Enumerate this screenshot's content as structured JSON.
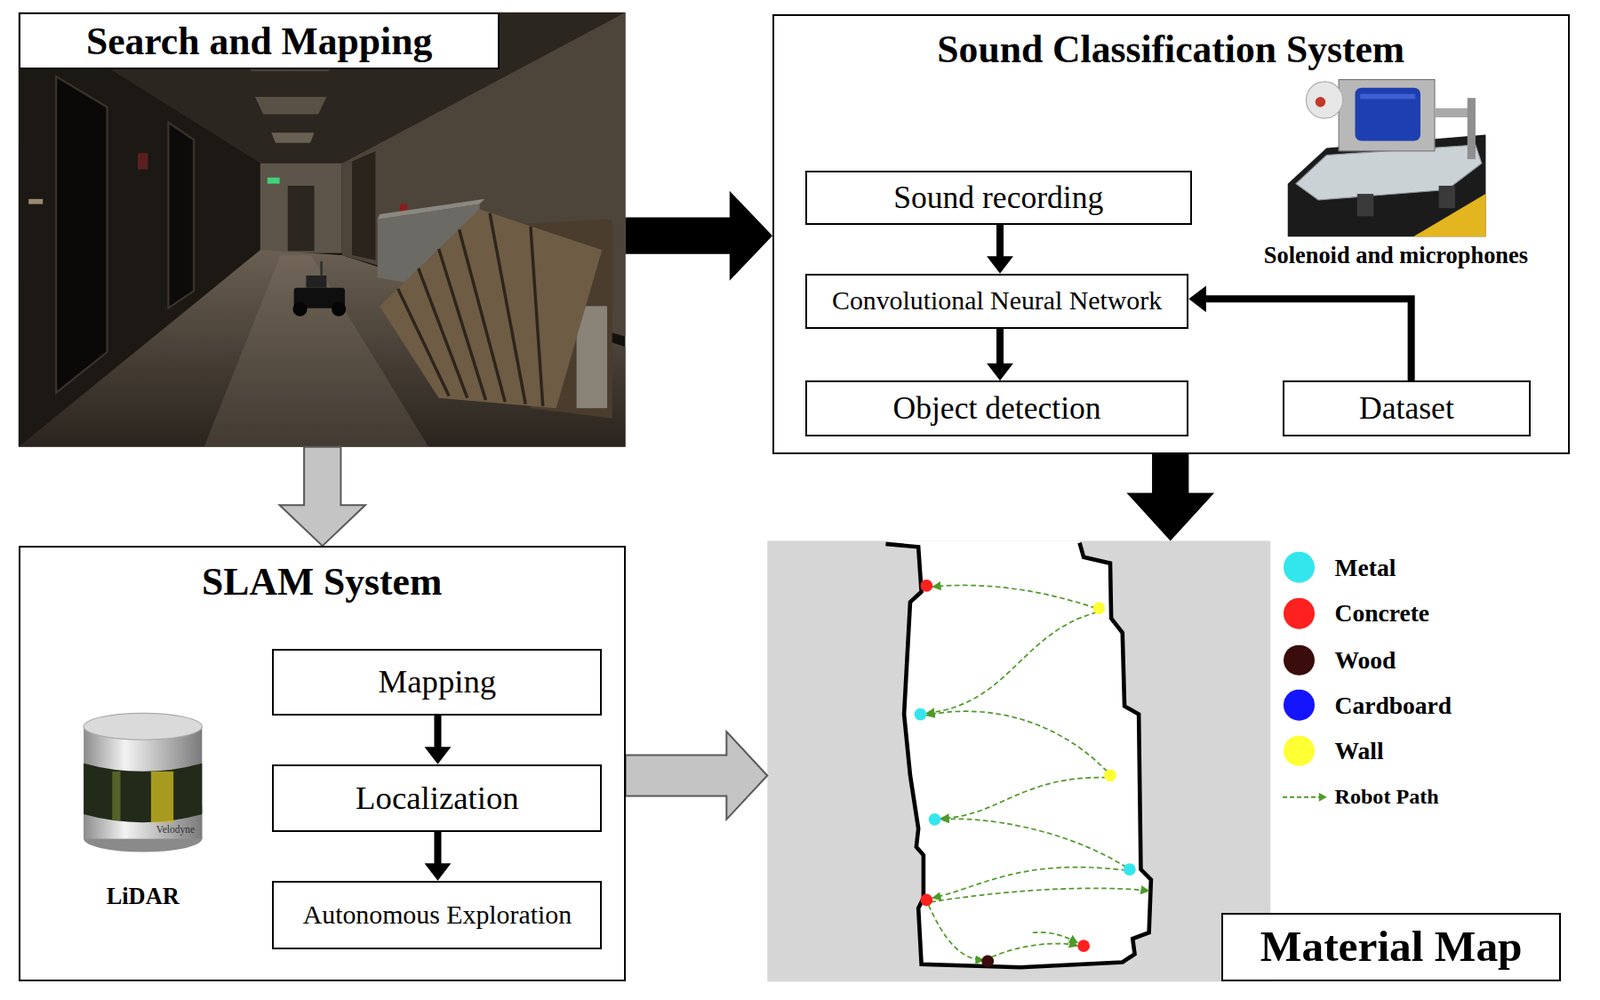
{
  "diagram": {
    "nodes": [
      {
        "text": [
          "Search and Mapping"
        ]
      },
      {
        "text": [
          "Sound Classification System"
        ]
      },
      {
        "text": [
          "Sound recording"
        ],
        "in": 1
      },
      {
        "text": [
          "Convolutional Neural Network"
        ],
        "in": 1
      },
      {
        "text": [
          "Object detection"
        ],
        "in": 1
      },
      {
        "text": [
          "Dataset"
        ],
        "in": 1
      },
      {
        "text": [
          "SLAM System"
        ]
      },
      {
        "text": [
          "Mapping"
        ],
        "in": 6
      },
      {
        "text": [
          "Localization"
        ],
        "in": 6
      },
      {
        "text": [
          "Autonomous Exploration"
        ],
        "in": 6
      },
      {
        "text": [
          "Material Map"
        ]
      }
    ],
    "edges": [
      {
        "from": 0,
        "to": 1,
        "arrow": "to"
      },
      {
        "from": 0,
        "to": 6,
        "arrow": "to"
      },
      {
        "from": 1,
        "to": 10,
        "arrow": "to"
      },
      {
        "from": 6,
        "to": 10,
        "arrow": "to"
      },
      {
        "from": 2,
        "to": 3,
        "arrow": "to"
      },
      {
        "from": 3,
        "to": 4,
        "arrow": "to"
      },
      {
        "from": 5,
        "to": 3,
        "arrow": "to"
      },
      {
        "from": 7,
        "to": 8,
        "arrow": "to"
      },
      {
        "from": 8,
        "to": 9,
        "arrow": "to"
      }
    ],
    "labels": [
      "Solenoid and microphones",
      "LiDAR",
      "Velodyne"
    ],
    "legend": [
      {
        "text": "Metal",
        "color": "#33e6ee"
      },
      {
        "text": "Concrete",
        "color": "#ff2020"
      },
      {
        "text": "Wood",
        "color": "#3a0c0c"
      },
      {
        "text": "Cardboard",
        "color": "#1414ff"
      },
      {
        "text": "Wall",
        "color": "#ffff33"
      },
      {
        "text": "Robot Path"
      }
    ]
  }
}
